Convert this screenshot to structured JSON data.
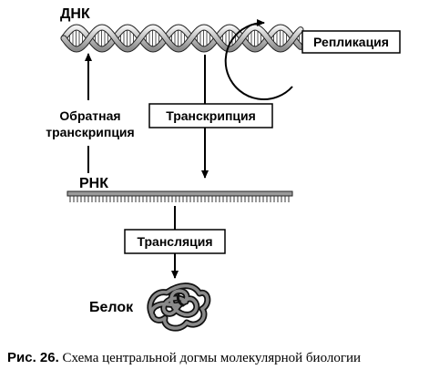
{
  "labels": {
    "dna": "ДНК",
    "rna": "РНК",
    "protein": "Белок",
    "replication": "Репликация",
    "transcription": "Транскрипция",
    "translation": "Трансляция",
    "reverse_transcription_line1": "Обратная",
    "reverse_transcription_line2": "транскрипция"
  },
  "caption": {
    "label": "Рис. 26.",
    "text": "Схема центральной догмы молекулярной биологии"
  }
}
